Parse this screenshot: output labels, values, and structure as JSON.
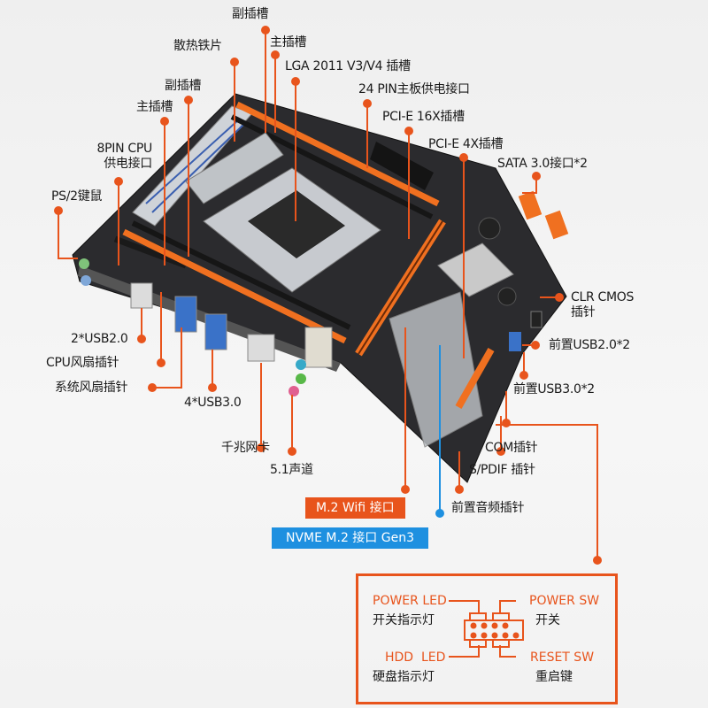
{
  "labels": {
    "sub_slot_top": "副插槽",
    "main_slot_top": "主插槽",
    "heatsink": "散热铁片",
    "cpu_socket": "LGA 2011 V3/V4 插槽",
    "sub_slot_left": "副插槽",
    "atx_power": "24 PIN主板供电接口",
    "main_slot_left": "主插槽",
    "pcie16": "PCI-E 16X插槽",
    "cpu_power_line1": "8PIN CPU",
    "cpu_power_line2": "供电接口",
    "pcie4": "PCI-E 4X插槽",
    "sata": "SATA 3.0接口*2",
    "ps2": "PS/2键鼠",
    "clr_cmos_line1": "CLR CMOS",
    "clr_cmos_line2": "插针",
    "usb2": "2*USB2.0",
    "front_usb2": "前置USB2.0*2",
    "cpu_fan": "CPU风扇插针",
    "front_usb3": "前置USB3.0*2",
    "sys_fan": "系统风扇插针",
    "usb3": "4*USB3.0",
    "com": "COM插针",
    "lan": "千兆网卡",
    "spdif": "S/PDIF 插针",
    "audio": "5.1声道",
    "front_audio": "前置音频插针",
    "m2_wifi": "M.2 Wifi 接口",
    "nvme": "NVME M.2 接口 Gen3"
  },
  "front_panel": {
    "power_led": "POWER LED",
    "power_led_cn": "开关指示灯",
    "power_sw": "POWER SW",
    "power_sw_cn": "开关",
    "hdd_led": "HDD  LED",
    "hdd_led_cn": "硬盘指示灯",
    "reset_sw": "RESET SW",
    "reset_sw_cn": "重启键"
  },
  "colors": {
    "accent": "#e8541c",
    "nvme": "#1e90e0",
    "board": "#2a2a2c"
  }
}
